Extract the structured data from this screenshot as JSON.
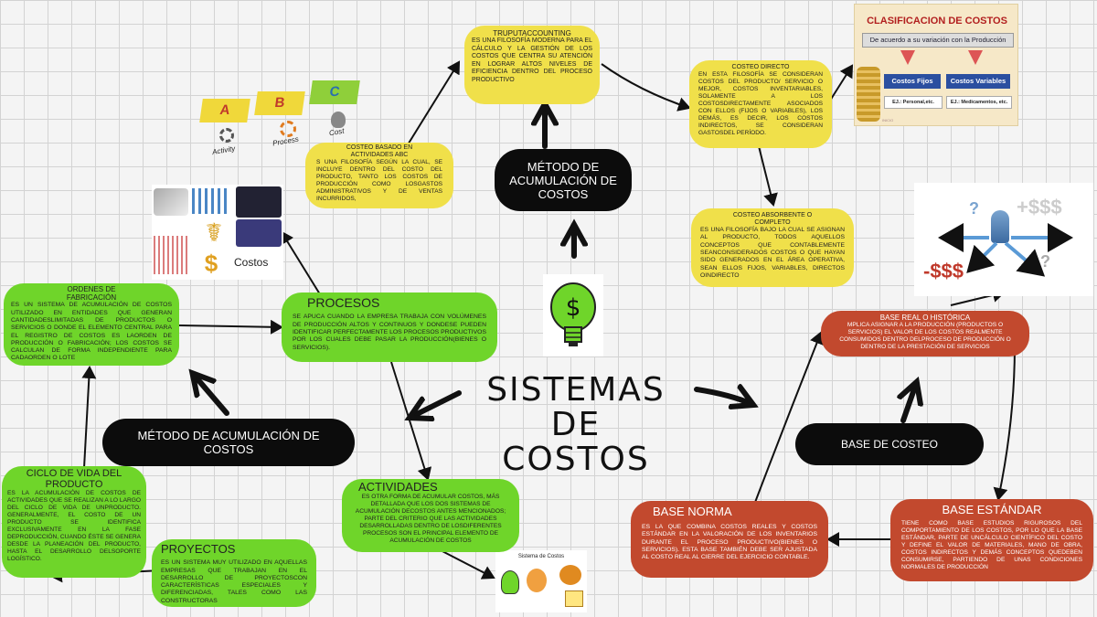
{
  "center": {
    "title_lines": [
      "SISTEMAS",
      "DE",
      "COSTOS"
    ]
  },
  "metodo_acumulacion_top": {
    "label": "MÉTODO DE ACUMULACIÓN DE COSTOS"
  },
  "metodo_acumulacion_left": {
    "label": "MÉTODO DE ACUMULACIÓN DE COSTOS"
  },
  "base_costeo": {
    "label": "BASE DE COSTEO"
  },
  "truput": {
    "title": "TRUPUTACCOUNTING",
    "body": "ES UNA FILOSOFÍA MODERNA PARA EL CÁLCULO Y LA GESTIÓN DE LOS COSTOS QUE CENTRA SU ATENCIÓN EN LOGRAR ALTOS NIVELES DE EFICIENCIA DENTRO DEL PROCESO PRODUCTIVO"
  },
  "abc": {
    "title": "COSTEO BASADO EN ACTIVIDADES ABC",
    "body": "S UNA FILOSOFÍA SEGÚN LA CUAL, SE INCLUYE DENTRO DEL COSTO DEL PRODUCTO, TANTO LOS COSTOS DE PRODUCCIÓN COMO LOSGASTOS ADMINISTRATIVOS Y DE VENTAS INCURRIDOS,"
  },
  "costeo_directo": {
    "title": "COSTEO DIRECTO",
    "body": "EN ESTA FILOSOFÍA SE CONSIDERAN COSTOS DEL PRODUCTO/ SERVICIO O MEJOR, COSTOS INVENTARIABLES, SOLAMENTE A LOS COSTOSDIRECTAMENTE ASOCIADOS CON ELLOS (FIJOS O VARIABLES), LOS DEMÁS, ES DECIR, LOS COSTOS INDIRECTOS, SE CONSIDERAN GASTOSDEL PERÍODO."
  },
  "costeo_absorbente": {
    "title": "COSTEO ABSORBENTE O COMPLETO",
    "body": "ES UNA FILOSOFÍA BAJO LA CUAL SE ASIGNAN AL PRODUCTO, TODOS AQUELLOS CONCEPTOS QUE CONTABLEMENTE SEANCONSIDERADOS COSTOS O QUE HAYAN SIDO GENERADOS EN EL ÁREA OPERATIVA, SEAN ELLOS FIJOS, VARIABLES, DIRECTOS OINDIRECTO"
  },
  "clasificacion": {
    "title": "CLASIFICACION DE COSTOS",
    "subtitle": "De acuerdo a su variación con la Producción",
    "fijos": "Costos Fijos",
    "variables": "Costos Variables",
    "fijos_ej": "EJ.: Personal,etc.",
    "variables_ej": "EJ.: Medicamentos, etc.",
    "footer": "INICIO"
  },
  "abc_image": {
    "letters": [
      "A",
      "B",
      "C"
    ],
    "captions": [
      "Activity",
      "Process",
      "Cost"
    ]
  },
  "costos_image": {
    "caption": "Costos"
  },
  "dollar_bulb": {
    "symbol": "$"
  },
  "money_image": {
    "plus_label": "+$$$",
    "minus_label": "-$$$"
  },
  "sistema_image": {
    "title": "Sistema de Costos"
  },
  "ordenes": {
    "title": "ORDENES DE FABRICACIÓN",
    "body": "ES UN SISTEMA DE ACUMULACIÓN DE COSTOS UTILIZADO EN ENTIDADES QUE GENERAN CANTIDADESLIMITADAS DE PRODUCTOS O SERVICIOS O DONDE EL ELEMENTO CENTRAL PARA EL REGISTRO DE COSTOS ES LAORDEN DE PRODUCCIÓN O FABRICACIÓN; LOS COSTOS SE CALCULAN DE FORMA INDEPENDIENTE PARA CADAORDEN O LOTE"
  },
  "procesos": {
    "title": "PROCESOS",
    "body": "SE APUCA CUANDO LA EMPRESA TRABAJA CON VOLÚMENES DE PRODUCCIÓN ALTOS Y CONTINUOS Y DONDESE PUEDEN IDENTIFICAR PERFECTAMENTE LOS PROCESOS PRODUCTIVOS POR LOS CUALES DEBE PASAR LA PRODUCCIÓN(BIENES O SERVICIOS)."
  },
  "ciclo_vida": {
    "title": "CICLO DE VIDA DEL PRODUCTO",
    "body": "ES LA ACUMULACIÓN DE COSTOS DE ACTIVIDADES QUE SE REALIZAN A LO LARGO DEL CICLO DE VIDA DE UNPRODUCTO. GENERALMENTE, EL COSTO DE UN PRODUCTO SE IDENTIFICA EXCLUSIVAMENTE EN LA FASE DEPRODUCCIÓN, CUANDO ÉSTE SE GENERA DESDE LA PLANEACIÓN DEL PRODUCTO, HASTA EL DESARROLLO DELSOPORTE LOGÍSTICO."
  },
  "actividades": {
    "title": "ACTIVIDADES",
    "body": "ES OTRA FORMA DE ACUMULAR COSTOS, MÁS DETALLADA QUE LOS DOS SISTEMAS DE ACUMULACIÓN DECOSTOS ANTES MENCIONADOS; PARTE DEL CRITERIO QUE LAS ACTIVIDADES DESARROLLADAS DENTRO DE LOSDIFERENTES PROCESOS SON EL PRINCIPAL ELEMENTO DE ACUMULACIÓN DE COSTOS"
  },
  "proyectos": {
    "title": "PROYECTOS",
    "body": "ES UN SISTEMA MUY UTILIZADO EN AQUELLAS EMPRESAS QUE TRABAJAN EN EL DESARROLLO DE PROYECTOSCON CARACTERÍSTICAS ESPECIALES Y DIFERENCIADAS, TALES COMO LAS CONSTRUCTORAS"
  },
  "base_real": {
    "title": "BASE REAL O HISTÓRICA",
    "body": "MPLICA ASIGNAR A LA PRODUCCIÓN (PRODUCTOS O SERVICIOS) EL VALOR DE LOS COSTOS REALMENTE CONSUMIDOS DENTRO DELPROCESO DE PRODUCCIÓN O DENTRO DE LA PRESTACIÓN DE SERVICIOS"
  },
  "base_norma": {
    "title": "BASE NORMA",
    "body": "ES LA QUE COMBINA COSTOS REALES Y COSTOS ESTÁNDAR EN LA VALORACIÓN DE LOS INVENTARIOS DURANTE EL PROCESO PRODUCTIVO(BIENES O SERVICIOS). ESTA BASE TAMBIÉN DEBE SER AJUSTADA AL COSTO REAL AL CIERRE DEL EJERCICIO CONTABLE."
  },
  "base_estandar": {
    "title": "BASE ESTÁNDAR",
    "body": "TIENE COMO BASE ESTUDIOS RIGUROSOS DEL COMPORTAMIENTO DE LOS COSTOS, POR LO QUE LA BASE ESTÁNDAR, PARTE DE UNCÁLCULO CIENTÍFICO DEL COSTO Y DEFINE EL VALOR DE MATERIALES, MANO DE OBRA, COSTOS INDIRECTOS Y DEMÁS CONCEPTOS QUEDEBEN CONSUMIRSE, PARTIENDO DE UNAS CONDICIONES NORMALES DE PRODUCCIÓN"
  }
}
